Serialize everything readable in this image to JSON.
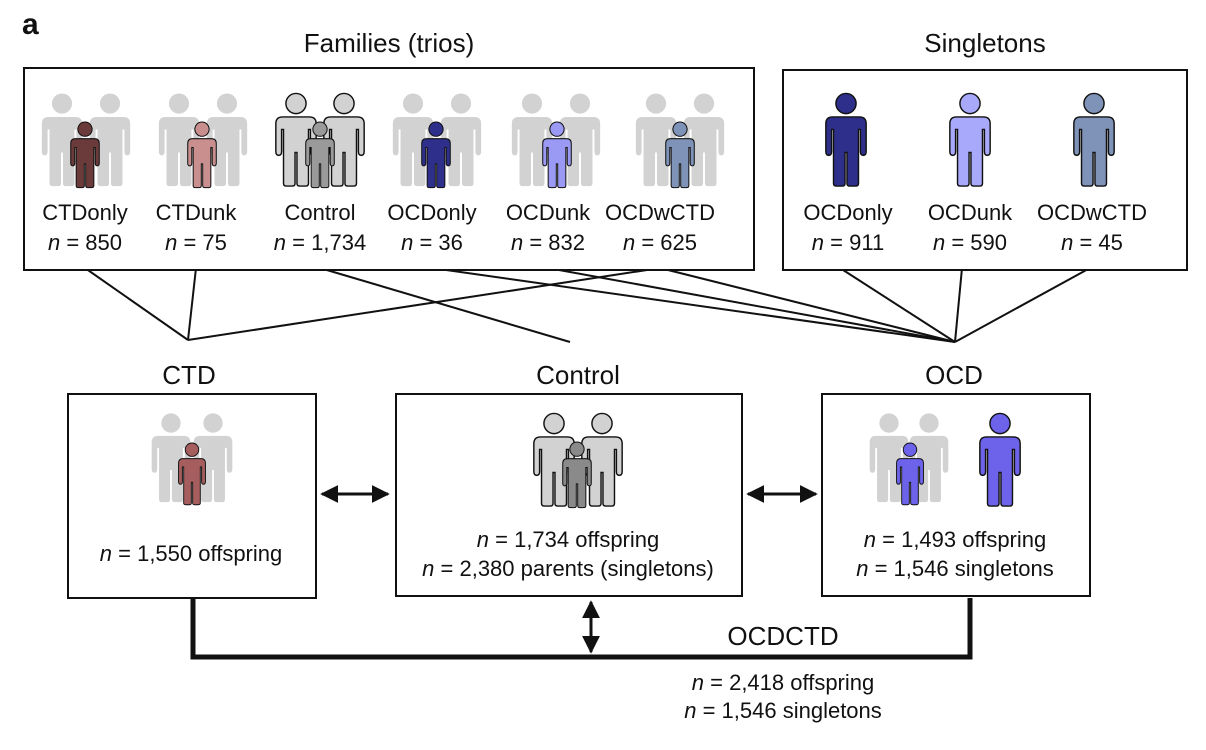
{
  "panel_letter": "a",
  "families": {
    "title": "Families (trios)",
    "groups": [
      {
        "label": "CTDonly",
        "n": "850",
        "child_color": "#6b3a3a"
      },
      {
        "label": "CTDunk",
        "n": "75",
        "child_color": "#c98f8f"
      },
      {
        "label": "Control",
        "n": "1,734",
        "child_color": "#9a9a9a"
      },
      {
        "label": "OCDonly",
        "n": "36",
        "child_color": "#2e2f8a"
      },
      {
        "label": "OCDunk",
        "n": "832",
        "child_color": "#9a9af5"
      },
      {
        "label": "OCDwCTD",
        "n": "625",
        "child_color": "#7f92b8"
      }
    ]
  },
  "singletons": {
    "title": "Singletons",
    "groups": [
      {
        "label": "OCDonly",
        "n": "911",
        "color": "#2e2f8a"
      },
      {
        "label": "OCDunk",
        "n": "590",
        "color": "#a9a9fb"
      },
      {
        "label": "OCDwCTD",
        "n": "45",
        "color": "#7f92b8"
      }
    ]
  },
  "n_prefix": "n",
  "n_equals": " = ",
  "ctd": {
    "title": "CTD",
    "line1": "1,550 offspring",
    "child_color": "#a65d5d"
  },
  "control": {
    "title": "Control",
    "line1": "1,734 offspring",
    "line2": "2,380 parents (singletons)",
    "child_color": "#8a8a8a"
  },
  "ocd": {
    "title": "OCD",
    "line1": "1,493 offspring",
    "line2": "1,546 singletons",
    "color": "#6c63ea"
  },
  "ocdctd": {
    "title": "OCDCTD",
    "line1": "2,418 offspring",
    "line2": "1,546 singletons"
  }
}
